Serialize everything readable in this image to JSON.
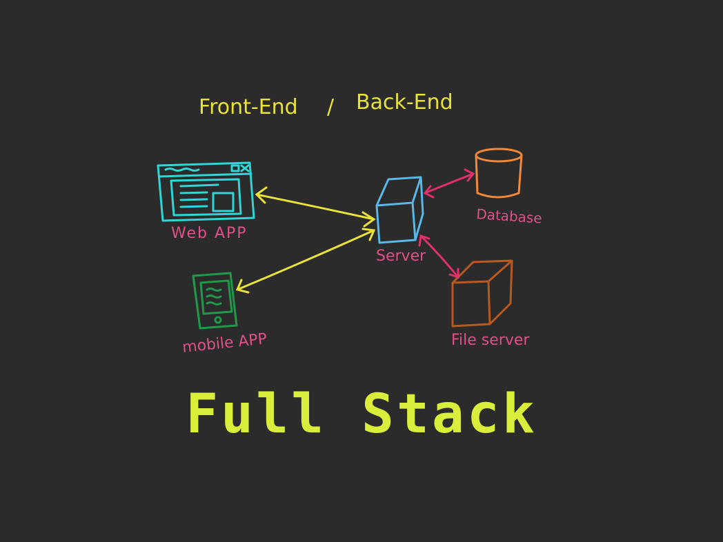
{
  "header": {
    "front_label": "Front-End",
    "separator": "/",
    "back_label": "Back-End"
  },
  "nodes": {
    "web_app": "Web APP",
    "mobile_app": "mobile APP",
    "server": "Server",
    "database": "Database",
    "file_server": "File server"
  },
  "title": "Full Stack",
  "colors": {
    "background": "#2b2b2b",
    "header_text": "#e8e23a",
    "labels": "#e0508a",
    "web_app": "#2fd6d6",
    "mobile_app": "#1f9a4a",
    "server": "#58b8e8",
    "database": "#f08a3a",
    "file_server": "#b85a20",
    "front_arrows": "#e8e23a",
    "back_arrows": "#e0306a",
    "big_title": "#d8ee3a"
  }
}
